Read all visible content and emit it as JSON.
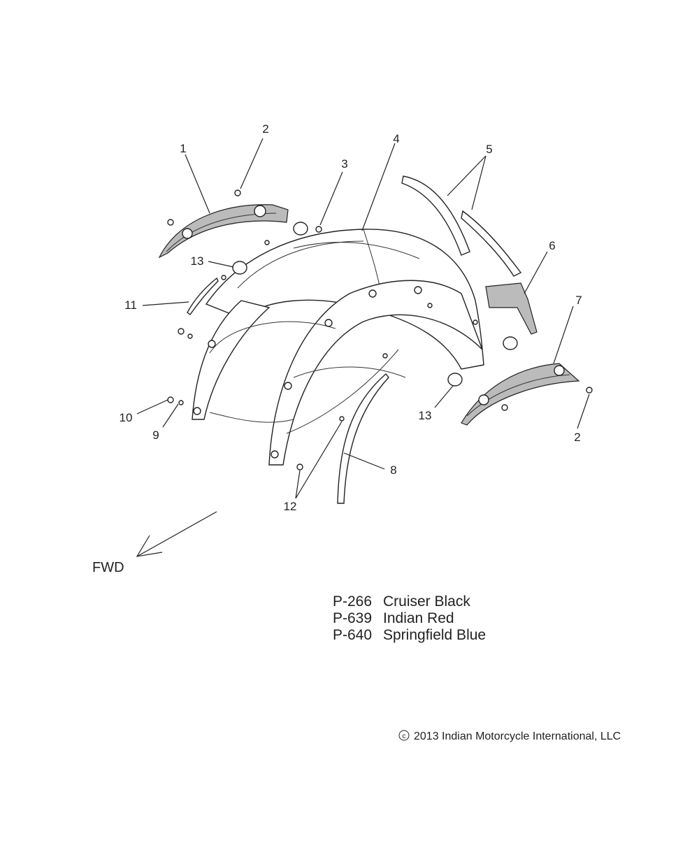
{
  "callouts": [
    {
      "id": "c1",
      "text": "1"
    },
    {
      "id": "c2a",
      "text": "2"
    },
    {
      "id": "c2b",
      "text": "2"
    },
    {
      "id": "c3",
      "text": "3"
    },
    {
      "id": "c4",
      "text": "4"
    },
    {
      "id": "c5",
      "text": "5"
    },
    {
      "id": "c6",
      "text": "6"
    },
    {
      "id": "c7",
      "text": "7"
    },
    {
      "id": "c8",
      "text": "8"
    },
    {
      "id": "c9",
      "text": "9"
    },
    {
      "id": "c10",
      "text": "10"
    },
    {
      "id": "c11",
      "text": "11"
    },
    {
      "id": "c12",
      "text": "12"
    },
    {
      "id": "c13a",
      "text": "13"
    },
    {
      "id": "c13b",
      "text": "13"
    }
  ],
  "direction_label": "FWD",
  "paint_codes": [
    {
      "code": "P-266",
      "name": "Cruiser Black"
    },
    {
      "code": "P-639",
      "name": "Indian Red"
    },
    {
      "code": "P-640",
      "name": "Springfield Blue"
    }
  ],
  "copyright": {
    "symbol": "c",
    "text": "2013 Indian Motorcycle International, LLC"
  }
}
